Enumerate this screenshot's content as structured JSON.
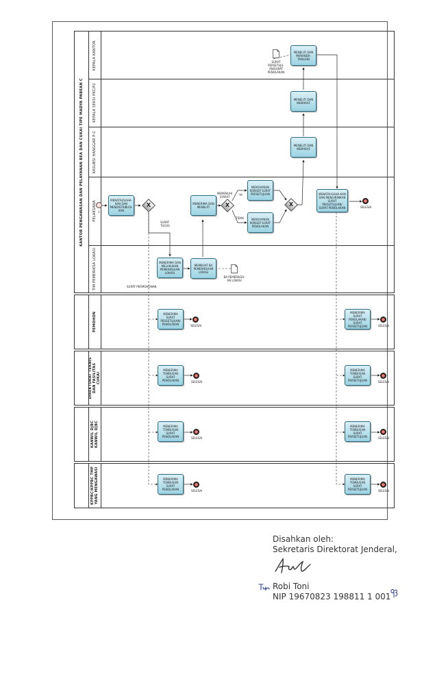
{
  "pools": {
    "main": {
      "title": "KANTOR PENGAWASAN DAN PELAYANAN BEA DAN CUKAI TIPE MADYA PABEAN C",
      "lanes": [
        "KEPALA KANTOR",
        "KEPALA SEKSI PKC/P2",
        "KASUBSI HANGGAR P-C",
        "PELAKSANA",
        "TIM PEMERIKSA LOKASI"
      ]
    },
    "pool2": "PEMOHON",
    "pool3": "DIREKTORAT TEKNIS DAN FASILITAS CUKAI",
    "pool4": "KANWIL DJBC KANWIL DJBC",
    "pool5": "KPPBC/KPPBC TMP YANG MENGAWASI"
  },
  "tasks": {
    "menatausahakan": "MENATAUSAHA-KAN DAN MENDISTRIBUSI-KAN",
    "menerima_melakukan": "MENERIMA DAN MELAKUKAN PEMERIKSAAN LOKASI",
    "membuat_ba": "MEMBUAT BA PEMERIKSAAN LOKASI",
    "menerima_meneliti": "MENERIMA DAN MENELITI",
    "menyiapkan_persetujuan": "MENYIAPKAN KONSEP SURAT PERSETUJUAN",
    "menyiapkan_penolakan": "MENYIAPKAN KONSEP SURAT PENOLAKAN",
    "meneliti_memaraf_1": "MENELITI DAN MEMARAF",
    "meneliti_memaraf_2": "MENELITI DAN MEMARAF",
    "meneliti_menandatangani": "MENELITI DAN MENANDA-TANGANI",
    "menatausahakan_mengirimkan": "MENATAUSAHA-KAN DAN MENGIRIMKAN SURAT PERSETUJUAN/ SURAT PENOLAKAN",
    "pemohon_a": "MENERIMA SURAT PERSETUJUAN/ PENOLAKAN",
    "pemohon_b": "MENERIMA SURAT PENOLAKAN/ SURAT PERSETUJUAN",
    "dit_a": "MENERIMA TEMBUSAN SURAT PENOLAKAN",
    "dit_b": "MENERIMA TEMBUSAN SURAT PERSETUJUAN",
    "kanwil_a": "MENERIMA TEMBUSAN SURAT PENOLAKAN",
    "kanwil_b": "MENERIMA TEMBUSAN SURAT PERSETUJUAN",
    "kppbc_a": "MENERIMA TEMBUSAN SURAT PENOLAKAN",
    "kppbc_b": "MENERIMA TEMBUSAN SURAT PERSETUJUAN"
  },
  "labels": {
    "selesai": "SELESAI",
    "start_num": "1",
    "memenuhi_syarat": "MEMENUHI SYARAT",
    "ya": "YA",
    "tidak": "TIDAK",
    "surat_tugas": "SURAT TUGAS",
    "surat_permohonan": "SURAT PERMOHONAN",
    "ba_pemeriksaan": "BA PEMERIKSA-AN LOKASI",
    "surat_persetujuan_doc": "SURAT PERSETUJU-AN/SURAT PENOLAKAN",
    "x": "X"
  },
  "signature": {
    "disahkan": "Disahkan oleh:",
    "jabatan": "Sekretaris Direktorat Jenderal,",
    "nama": "Robi Toni",
    "nip": "NIP 19670823 198811 1 001"
  }
}
